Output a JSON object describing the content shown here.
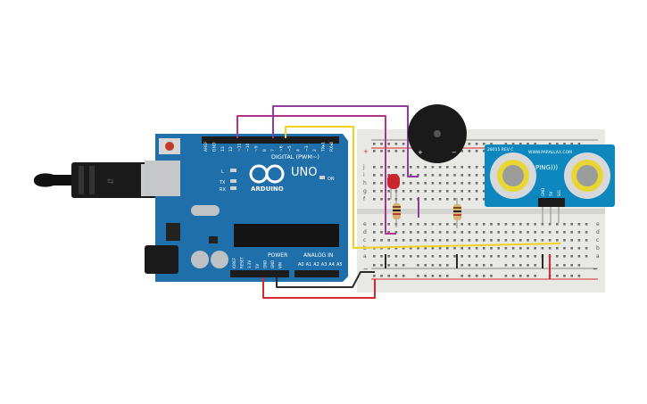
{
  "arduino": {
    "brand": "ARDUINO",
    "model": "UNO",
    "digital_header": "DIGITAL (PWM~)",
    "power_header": "POWER",
    "analog_header": "ANALOG IN",
    "on_label": "ON",
    "l_label": "L",
    "tx_label": "TX",
    "rx_label": "RX",
    "digital_pins": [
      "AREF",
      "GND",
      "13",
      "12",
      "~11",
      "~10",
      "~9",
      "8",
      "7",
      "~6",
      "~5",
      "4",
      "~3",
      "2",
      "TX▸1",
      "RX◂0"
    ],
    "power_pins": [
      "IOREF",
      "RESET",
      "3.3V",
      "5V",
      "GND",
      "GND",
      "VIN"
    ],
    "analog_pins": [
      "A0",
      "A1",
      "A2",
      "A3",
      "A4",
      "A5"
    ]
  },
  "breadboard": {
    "row_letters_top": [
      "j",
      "i",
      "h",
      "g",
      "f"
    ],
    "row_letters_bottom": [
      "e",
      "d",
      "c",
      "b",
      "a"
    ],
    "plus": "+",
    "minus": "−"
  },
  "ping_sensor": {
    "maker": "WWW.PARALLAX.COM",
    "model": "PING)))",
    "rev": "28015 REV C",
    "pins": [
      "GND",
      "5V",
      "SIG"
    ]
  },
  "buzzer": {
    "plus": "+",
    "minus": "−"
  },
  "colors": {
    "board": "#1f6faa",
    "breadboard": "#e8e8e4",
    "wire_purple": "#8e3d9b",
    "wire_magenta": "#b3328a",
    "wire_yellow": "#f2d01e",
    "wire_red": "#d9262c",
    "wire_black": "#2b2b2b",
    "sensor": "#0d87bd",
    "led": "#c9252c"
  }
}
